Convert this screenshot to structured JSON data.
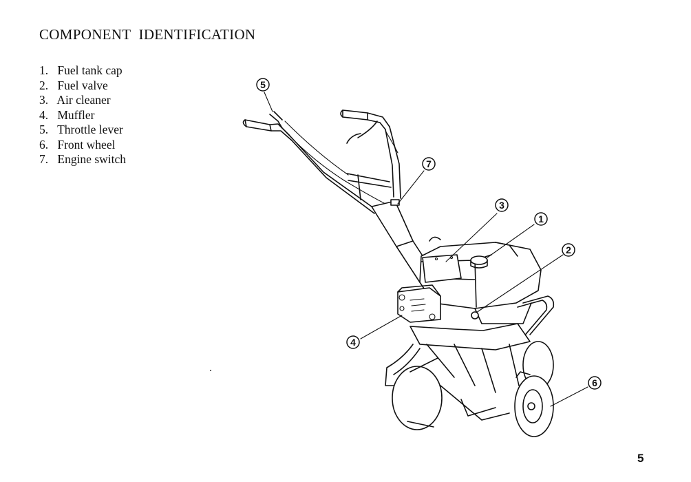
{
  "page": {
    "title": "COMPONENT  IDENTIFICATION",
    "page_number": "5"
  },
  "components": [
    {
      "number": "1.",
      "name": "Fuel tank cap"
    },
    {
      "number": "2.",
      "name": "Fuel valve"
    },
    {
      "number": "3.",
      "name": "Air cleaner"
    },
    {
      "number": "4.",
      "name": "Muffler"
    },
    {
      "number": "5.",
      "name": "Throttle lever"
    },
    {
      "number": "6.",
      "name": "Front wheel"
    },
    {
      "number": "7.",
      "name": "Engine switch"
    }
  ],
  "callouts": [
    "1",
    "2",
    "3",
    "4",
    "5",
    "6",
    "7"
  ]
}
